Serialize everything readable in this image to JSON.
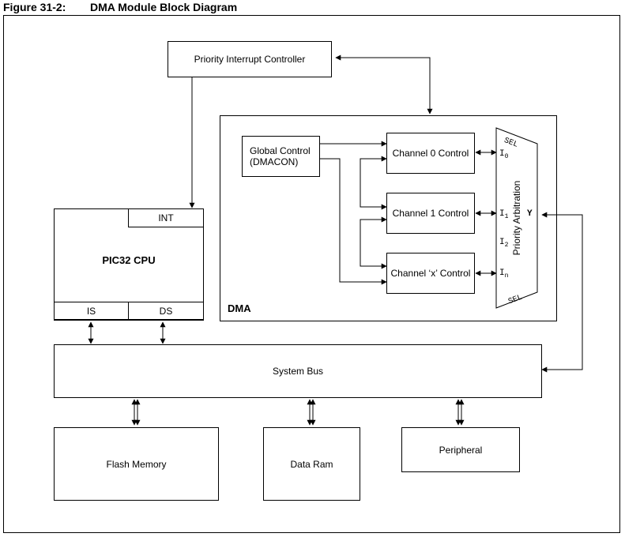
{
  "figure": {
    "number": "Figure 31-2:",
    "title": "DMA Module Block Diagram"
  },
  "blocks": {
    "pic": "Priority Interrupt Controller",
    "cpu": "PIC32 CPU",
    "int": "INT",
    "is": "IS",
    "ds": "DS",
    "dma": "DMA",
    "global_control_line1": "Global Control",
    "global_control_line2": "(DMACON)",
    "ch0": "Channel 0 Control",
    "ch1": "Channel 1 Control",
    "chx": "Channel ‘x’ Control",
    "system_bus": "System Bus",
    "flash": "Flash Memory",
    "ram": "Data Ram",
    "peripheral": "Peripheral"
  },
  "arbiter": {
    "label": "Priority Arbitration",
    "sel_top": "SEL",
    "sel_bottom": "SEL",
    "i0": "I",
    "i0_sub": "0",
    "i1": "I",
    "i1_sub": "1",
    "i2": "I",
    "i2_sub": "2",
    "in": "I",
    "in_sub": "n",
    "y": "Y"
  }
}
